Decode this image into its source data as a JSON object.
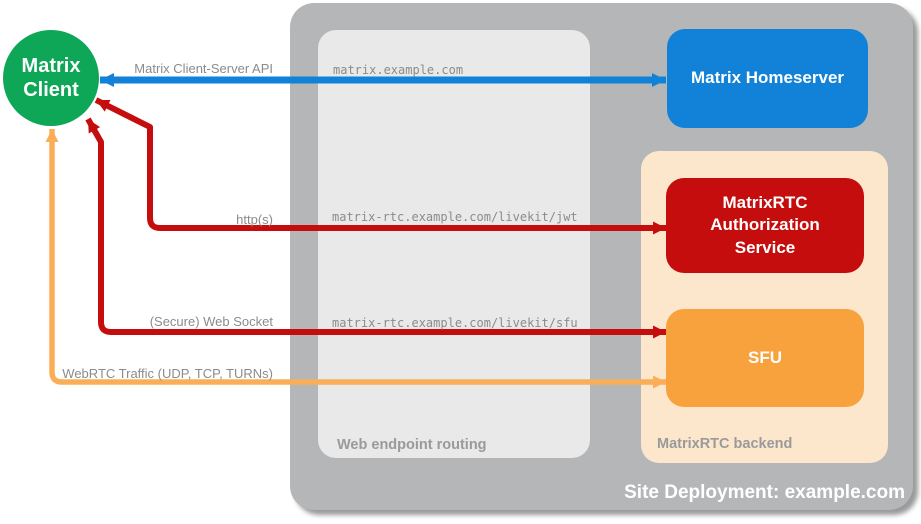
{
  "colors": {
    "background": "#ffffff",
    "container_gray": "#b5b6b8",
    "routing_gray": "#e9e9e9",
    "backend_peach": "#fce6cc",
    "green": "#0ea757",
    "blue": "#1282d8",
    "red": "#c60d0d",
    "orange": "#f8a23d",
    "orange_light": "#faae57",
    "label_gray": "#8b8b8b",
    "section_gray": "#9a9a9a",
    "white": "#ffffff"
  },
  "nodes": {
    "client": {
      "lines": [
        "Matrix",
        "Client"
      ]
    },
    "homeserver": {
      "label": "Matrix Homeserver"
    },
    "auth_service": {
      "label": "MatrixRTC Authorization Service"
    },
    "sfu": {
      "label": "SFU"
    }
  },
  "containers": {
    "site_deployment": {
      "label": "Site Deployment: example.com"
    },
    "web_endpoint_routing": {
      "label": "Web endpoint routing"
    },
    "matrixrtc_backend": {
      "label": "MatrixRTC backend"
    }
  },
  "arrows": {
    "client_server_api": {
      "label": "Matrix Client-Server API",
      "endpoint": "matrix.example.com"
    },
    "http": {
      "label": "http(s)",
      "endpoint": "matrix-rtc.example.com/livekit/jwt"
    },
    "websocket": {
      "label": "(Secure) Web Socket",
      "endpoint": "matrix-rtc.example.com/livekit/sfu"
    },
    "webrtc": {
      "label": "WebRTC Traffic (UDP, TCP, TURNs)"
    }
  }
}
